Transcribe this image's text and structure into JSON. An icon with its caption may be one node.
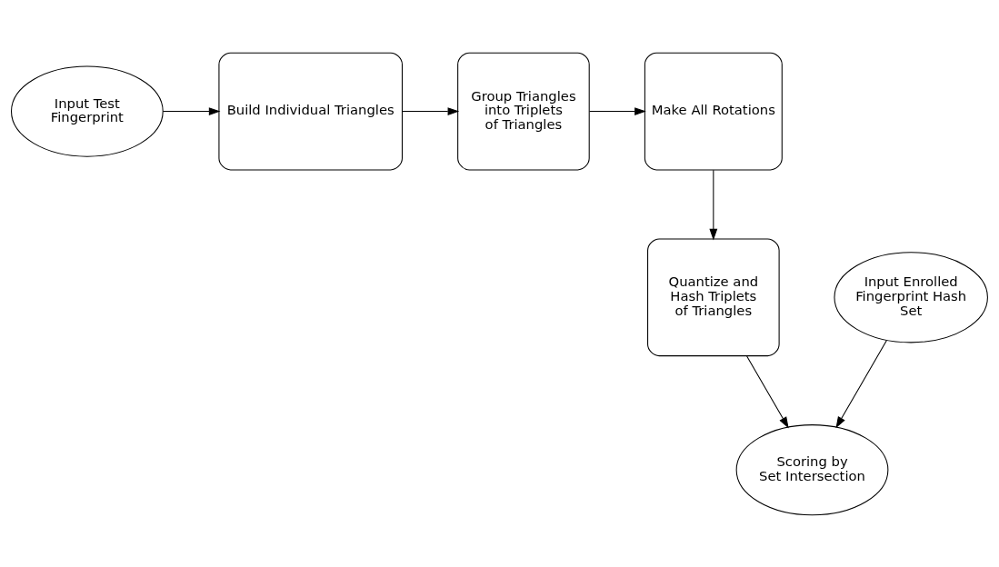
{
  "diagram": {
    "nodes": [
      {
        "text": [
          "Input Test Fingerprint"
        ]
      },
      {
        "text": [
          "Build Individual Triangles"
        ]
      },
      {
        "text": [
          "Group Triangles into Triplets of Triangles"
        ]
      },
      {
        "text": [
          "Make All Rotations"
        ]
      },
      {
        "text": [
          "Quantize and Hash Triplets of Triangles"
        ]
      },
      {
        "text": [
          "Input Enrolled Fingerprint Hash Set"
        ]
      },
      {
        "text": [
          "Scoring by Set Intersection"
        ]
      }
    ],
    "edges": [
      {
        "from": 0,
        "to": 1,
        "arrow": "to"
      },
      {
        "from": 1,
        "to": 2,
        "arrow": "to"
      },
      {
        "from": 2,
        "to": 3,
        "arrow": "to"
      },
      {
        "from": 3,
        "to": 4,
        "arrow": "to"
      },
      {
        "from": 5,
        "to": 6,
        "arrow": "to"
      },
      {
        "from": 4,
        "to": 6,
        "arrow": "to"
      }
    ]
  }
}
